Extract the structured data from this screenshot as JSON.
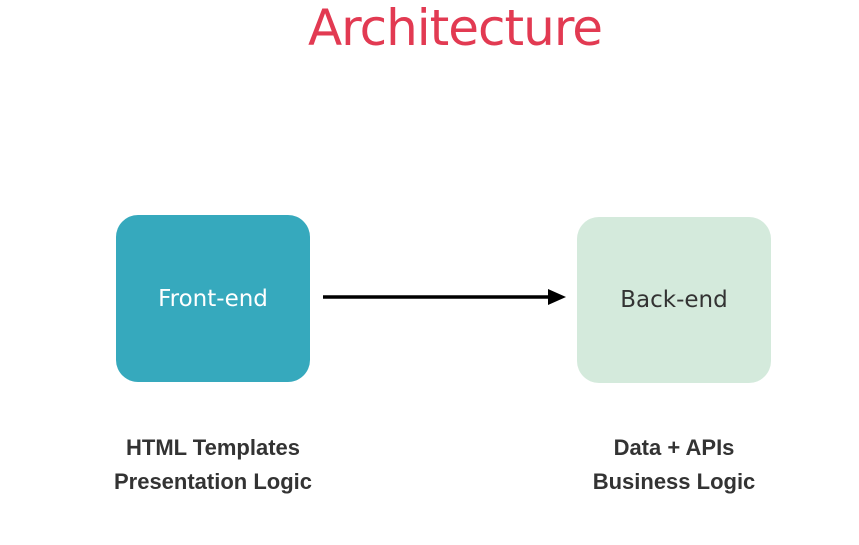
{
  "title": "Architecture",
  "nodes": {
    "frontend": {
      "label": "Front-end",
      "caption_line1": "HTML Templates",
      "caption_line2": "Presentation Logic"
    },
    "backend": {
      "label": "Back-end",
      "caption_line1": "Data + APIs",
      "caption_line2": "Business Logic"
    }
  },
  "colors": {
    "title": "#e23a52",
    "frontend_fill": "#36a9bd",
    "backend_fill": "#d4eadc",
    "arrow": "#000000",
    "caption": "#333333"
  }
}
